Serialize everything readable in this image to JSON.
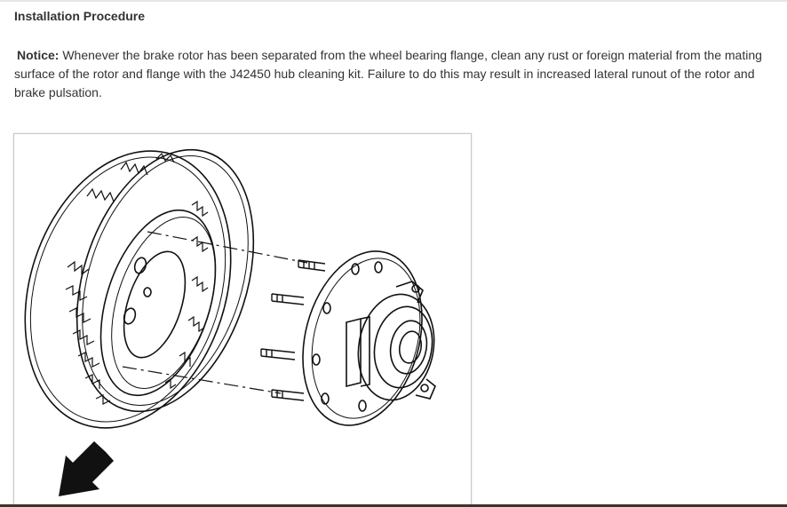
{
  "heading": "Installation Procedure",
  "notice": {
    "label": "Notice:",
    "text": "Whenever the brake rotor has been separated from the wheel bearing flange, clean any rust or foreign material from the mating surface of the rotor and flange with the J42450 hub cleaning kit. Failure to do this may result in increased lateral runout of the rotor and brake pulsation."
  },
  "figure": {
    "icons": [
      "brake-rotor-icon",
      "wheel-hub-icon",
      "direction-arrow-icon"
    ],
    "colors": {
      "line": "#111111",
      "border": "#c8c8c8"
    }
  }
}
